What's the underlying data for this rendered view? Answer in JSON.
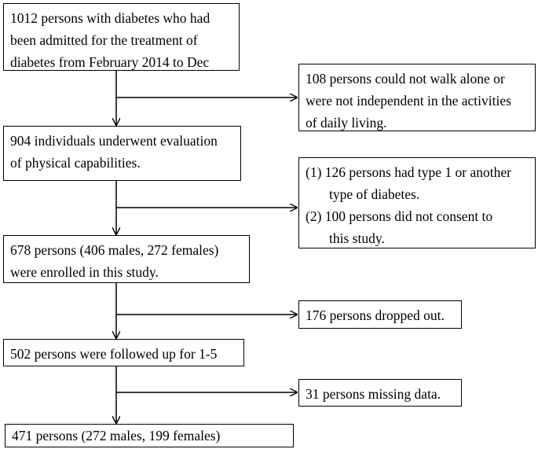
{
  "flowchart": {
    "box1": {
      "lines": [
        "1012 persons with diabetes who had",
        "been admitted for the treatment of",
        "diabetes from February 2014 to Dec"
      ]
    },
    "exclusion1": {
      "lines": [
        "108 persons could not walk alone or",
        "were not independent in the activities",
        "of daily living."
      ]
    },
    "box2": {
      "lines": [
        "904 individuals underwent evaluation",
        "of physical capabilities."
      ]
    },
    "exclusion2": {
      "items": [
        {
          "marker": "(1)",
          "lines": [
            "126 persons had type 1 or another",
            "type of diabetes."
          ]
        },
        {
          "marker": "(2)",
          "lines": [
            "100 persons did not consent to",
            "this study."
          ]
        }
      ]
    },
    "box3": {
      "lines": [
        "678 persons (406 males, 272 females)",
        "were enrolled in this study."
      ]
    },
    "exclusion3": {
      "lines": [
        "176 persons dropped out."
      ]
    },
    "box4": {
      "lines": [
        "502 persons were followed up for 1-5"
      ]
    },
    "exclusion4": {
      "lines": [
        "31 persons missing data."
      ]
    },
    "box5": {
      "lines": [
        "471 persons (272 males, 199 females)"
      ]
    },
    "colors": {
      "stroke": "#000000",
      "background": "#ffffff"
    }
  }
}
